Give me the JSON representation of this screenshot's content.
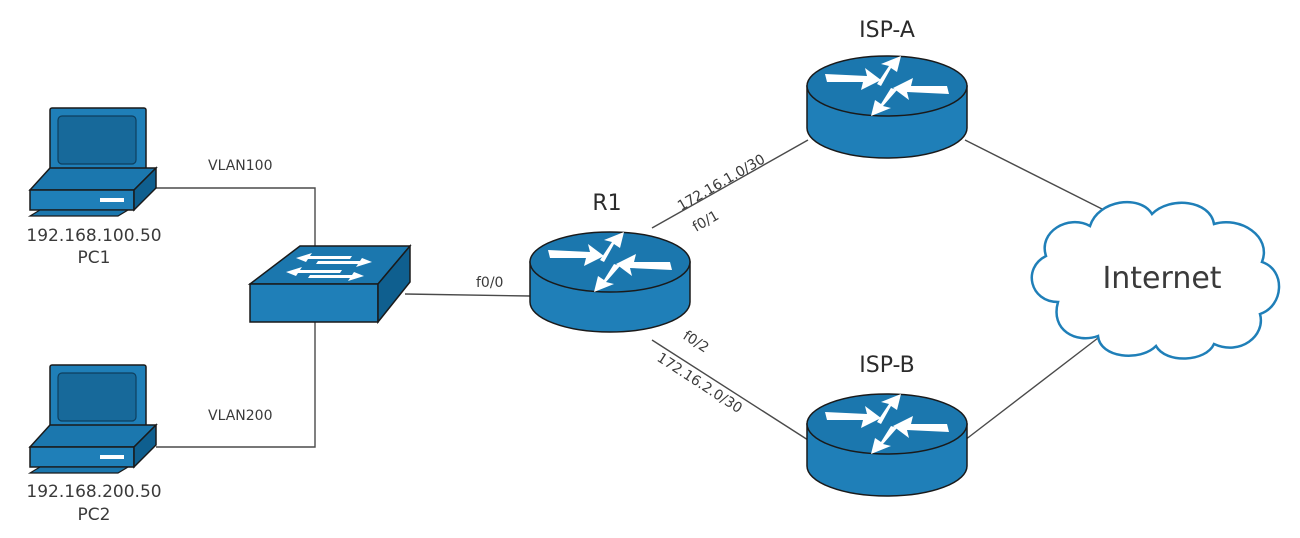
{
  "colors": {
    "device_fill": "#1f7fb8",
    "device_top": "#1b77ae",
    "device_dark": "#0f5f8f",
    "outline": "#1a1a1a",
    "link": "#4a4a4a",
    "text": "#3a3a3a"
  },
  "pc1": {
    "ip": "192.168.100.50",
    "name": "PC1",
    "icon": "desktop-computer-icon"
  },
  "pc2": {
    "ip": "192.168.200.50",
    "name": "PC2",
    "icon": "desktop-computer-icon"
  },
  "links": {
    "vlan_top": "VLAN100",
    "vlan_bottom": "VLAN200",
    "sw_r1_if": "f0/0",
    "r1_ispa_net": "172.16.1.0/30",
    "r1_ispa_if": "f0/1",
    "r1_ispb_if": "f0/2",
    "r1_ispb_net": "172.16.2.0/30"
  },
  "switch": {
    "icon": "switch-icon"
  },
  "r1": {
    "name": "R1",
    "icon": "router-icon"
  },
  "isp_a": {
    "name": "ISP-A",
    "icon": "router-icon"
  },
  "isp_b": {
    "name": "ISP-B",
    "icon": "router-icon"
  },
  "internet": {
    "name": "Internet",
    "icon": "cloud-icon"
  }
}
